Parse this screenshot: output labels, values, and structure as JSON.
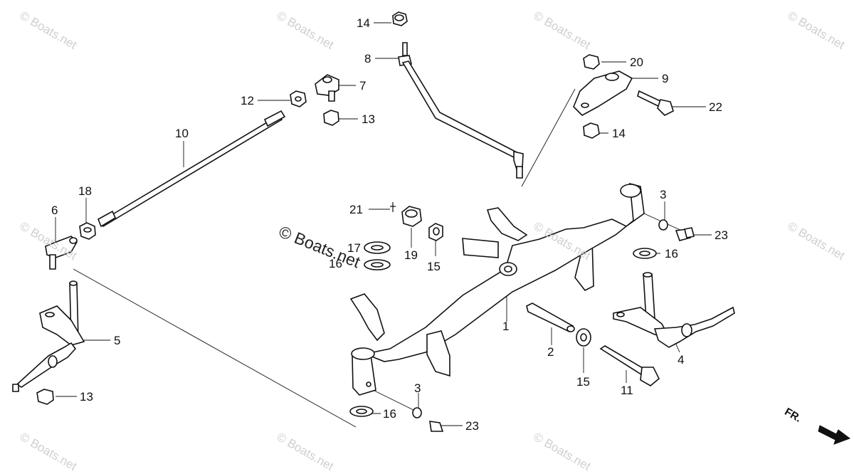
{
  "watermark": {
    "text": "© Boats.net"
  },
  "direction": {
    "label": "FR."
  },
  "callouts": [
    {
      "id": "c14a",
      "text": "14"
    },
    {
      "id": "c8",
      "text": "8"
    },
    {
      "id": "c20",
      "text": "20"
    },
    {
      "id": "c9",
      "text": "9"
    },
    {
      "id": "c7",
      "text": "7"
    },
    {
      "id": "c12",
      "text": "12"
    },
    {
      "id": "c13a",
      "text": "13"
    },
    {
      "id": "c22",
      "text": "22"
    },
    {
      "id": "c14b",
      "text": "14"
    },
    {
      "id": "c10",
      "text": "10"
    },
    {
      "id": "c18",
      "text": "18"
    },
    {
      "id": "c6",
      "text": "6"
    },
    {
      "id": "c21",
      "text": "21"
    },
    {
      "id": "c3a",
      "text": "3"
    },
    {
      "id": "c23a",
      "text": "23"
    },
    {
      "id": "c17",
      "text": "17"
    },
    {
      "id": "c19",
      "text": "19"
    },
    {
      "id": "c15a",
      "text": "15"
    },
    {
      "id": "c16a",
      "text": "16"
    },
    {
      "id": "c16b",
      "text": "16"
    },
    {
      "id": "c1",
      "text": "1"
    },
    {
      "id": "c5",
      "text": "5"
    },
    {
      "id": "c2",
      "text": "2"
    },
    {
      "id": "c4",
      "text": "4"
    },
    {
      "id": "c15b",
      "text": "15"
    },
    {
      "id": "c11",
      "text": "11"
    },
    {
      "id": "c13b",
      "text": "13"
    },
    {
      "id": "c3b",
      "text": "3"
    },
    {
      "id": "c16c",
      "text": "16"
    },
    {
      "id": "c23b",
      "text": "23"
    }
  ]
}
